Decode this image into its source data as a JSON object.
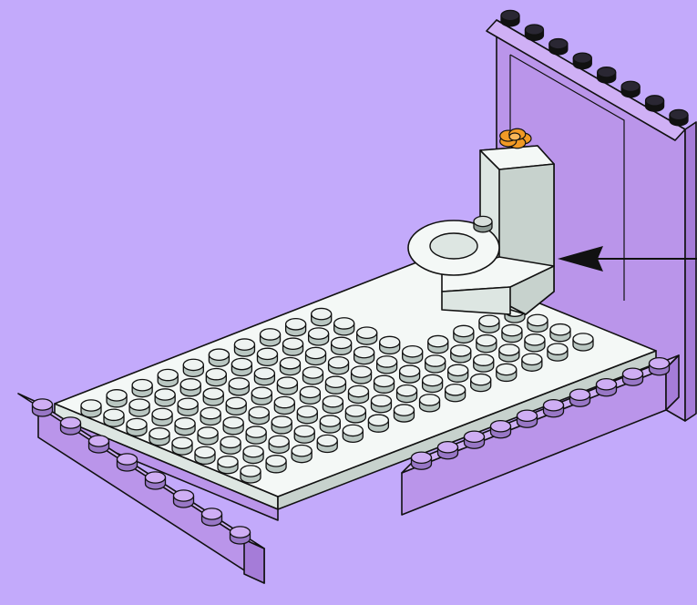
{
  "colors": {
    "background": "#c3aafb",
    "lavender_top": "#cfb0f5",
    "lavender_front": "#ba95ea",
    "lavender_side": "#a57cd8",
    "white_top": "#f4f8f6",
    "white_front": "#dde6e2",
    "white_side": "#c7d2cd",
    "stud_white": "#eef3f1",
    "stud_white_shade": "#b9c6c1",
    "stud_lavender": "#cfaef4",
    "stud_lavender_shade": "#9877c6",
    "stud_dark": "#2a2733",
    "flower": "#f19a26",
    "outline": "#111111"
  },
  "scene": {
    "subject": "toilet-on-plate",
    "callout_arrow": "pointing-left-to-toilet-base"
  },
  "assembly": {
    "plate_studs": {
      "columns": 14,
      "rows": 8
    },
    "front_brick_studs": 8,
    "right_brick_studs": 10,
    "wall_top_studs": 8
  }
}
